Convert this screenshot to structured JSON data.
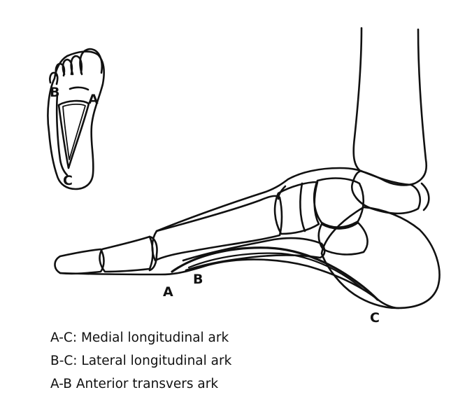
{
  "figure": {
    "small_foot_labels": {
      "b": "B",
      "a": "A",
      "c": "C"
    },
    "side_foot_labels": {
      "a": "A",
      "b": "B",
      "c": "C"
    },
    "legend": [
      "A-C: Medial longitudinal ark",
      "B-C: Lateral longitudinal ark",
      "A-B Anterior transvers ark"
    ],
    "colors": {
      "ink": "#111111",
      "background": "#ffffff"
    }
  }
}
